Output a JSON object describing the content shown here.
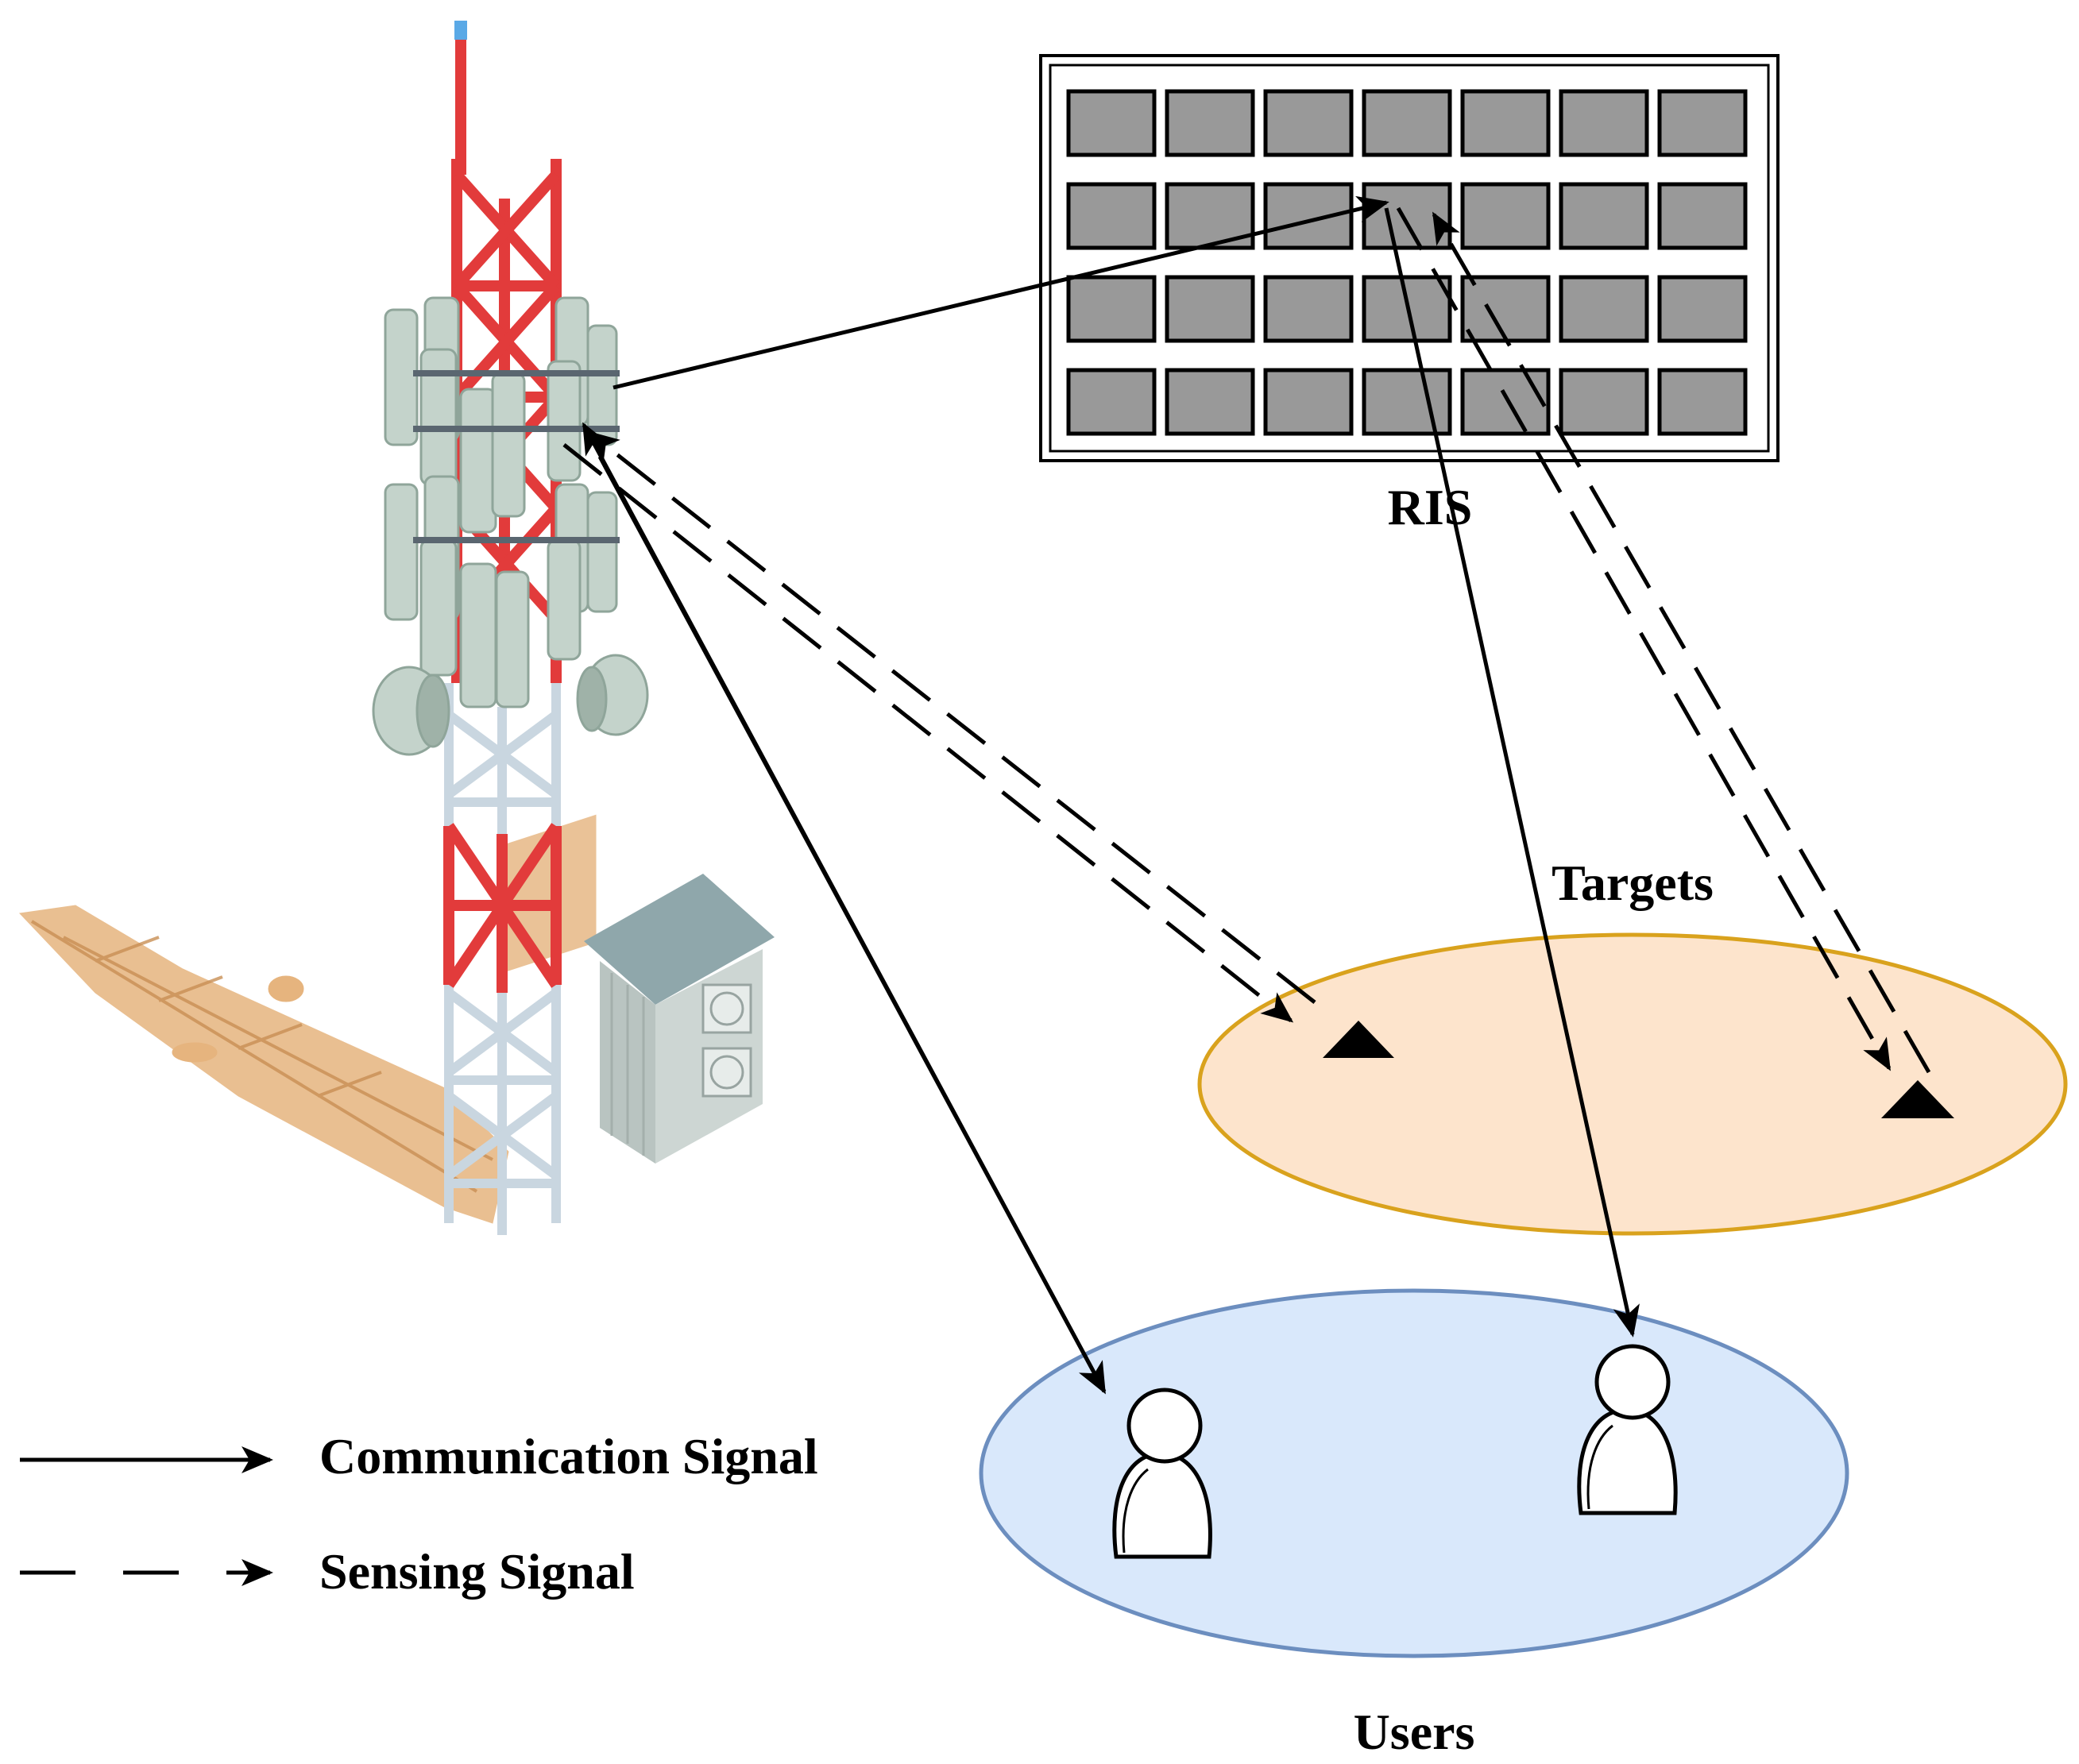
{
  "labels": {
    "ris": "RIS",
    "targets": "Targets",
    "users": "Users"
  },
  "legend": {
    "communication": "Communication Signal",
    "sensing": "Sensing Signal"
  },
  "ris_grid": {
    "rows": 4,
    "cols": 7
  },
  "colors": {
    "tower_red": "#e23b3b",
    "tower_steel": "#c9d6e0",
    "antenna_panel": "#c4d3cb",
    "shadow": "#e6b47e",
    "cabinet_roof": "#8fa7ab",
    "cabinet_body": "#cdd6d3",
    "ris_cell": "#999999",
    "targets_fill": "#fde4cc",
    "targets_stroke": "#d9a21d",
    "users_fill": "#d9e8fb",
    "users_stroke": "#6c8ebf"
  }
}
